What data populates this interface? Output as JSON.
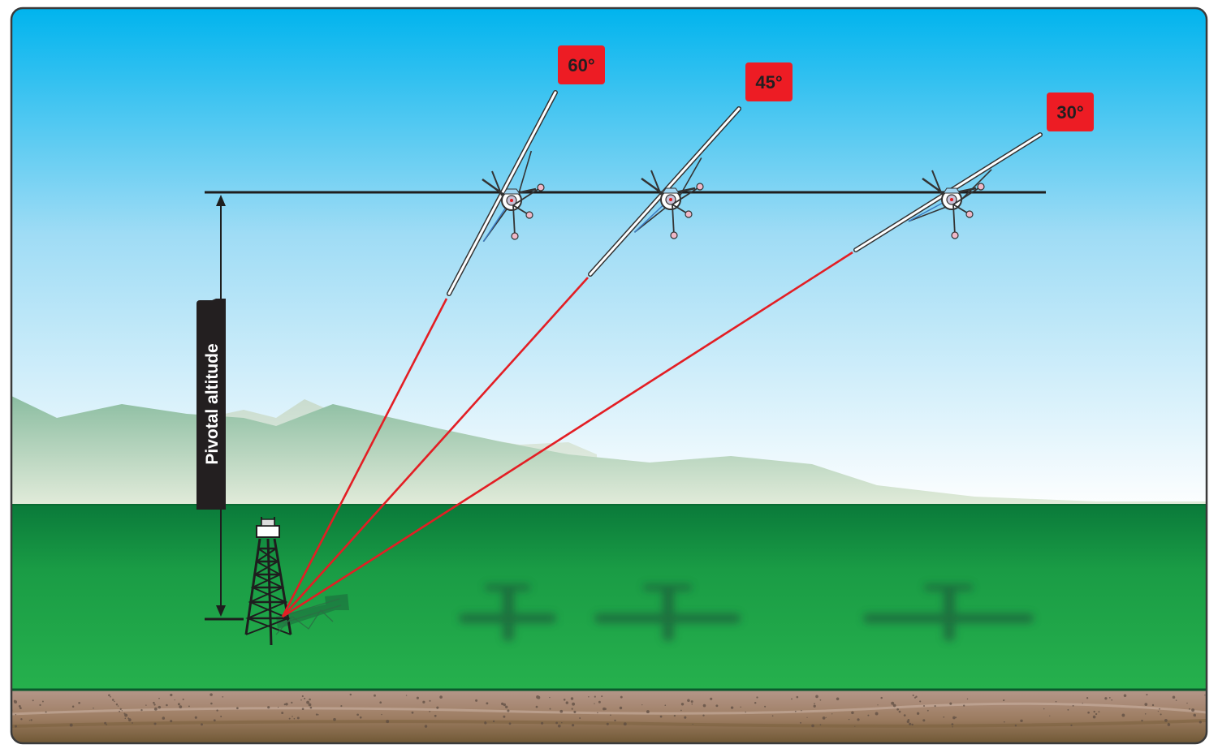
{
  "diagram": {
    "altitude_label": "Pivotal altitude",
    "bank_angles": [
      {
        "label": "60°"
      },
      {
        "label": "45°"
      },
      {
        "label": "30°"
      }
    ],
    "colors": {
      "sky_top": "#00b6ef",
      "sky_bottom": "#ffffff",
      "hills": "#8fbfa6",
      "ground_top": "#0a7b3a",
      "ground_bottom": "#22b24c",
      "dirt": "#a88872",
      "dirt_bottom": "#6b5532",
      "sight_line": "#e31e24",
      "label_bg": "#ed1c24",
      "border": "#333333"
    }
  }
}
